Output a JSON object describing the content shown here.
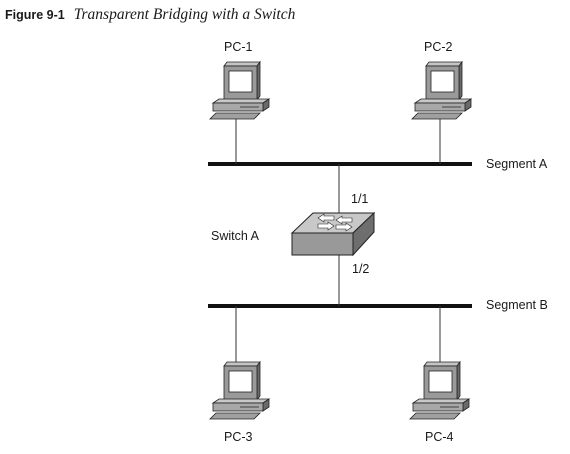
{
  "caption": {
    "figure_number": "Figure 9-1",
    "title": "Transparent Bridging with a Switch"
  },
  "nodes": {
    "pc1": "PC-1",
    "pc2": "PC-2",
    "pc3": "PC-3",
    "pc4": "PC-4",
    "switch": "Switch A"
  },
  "segments": {
    "a": "Segment A",
    "b": "Segment B"
  },
  "ports": {
    "upper": "1/1",
    "lower": "1/2"
  }
}
